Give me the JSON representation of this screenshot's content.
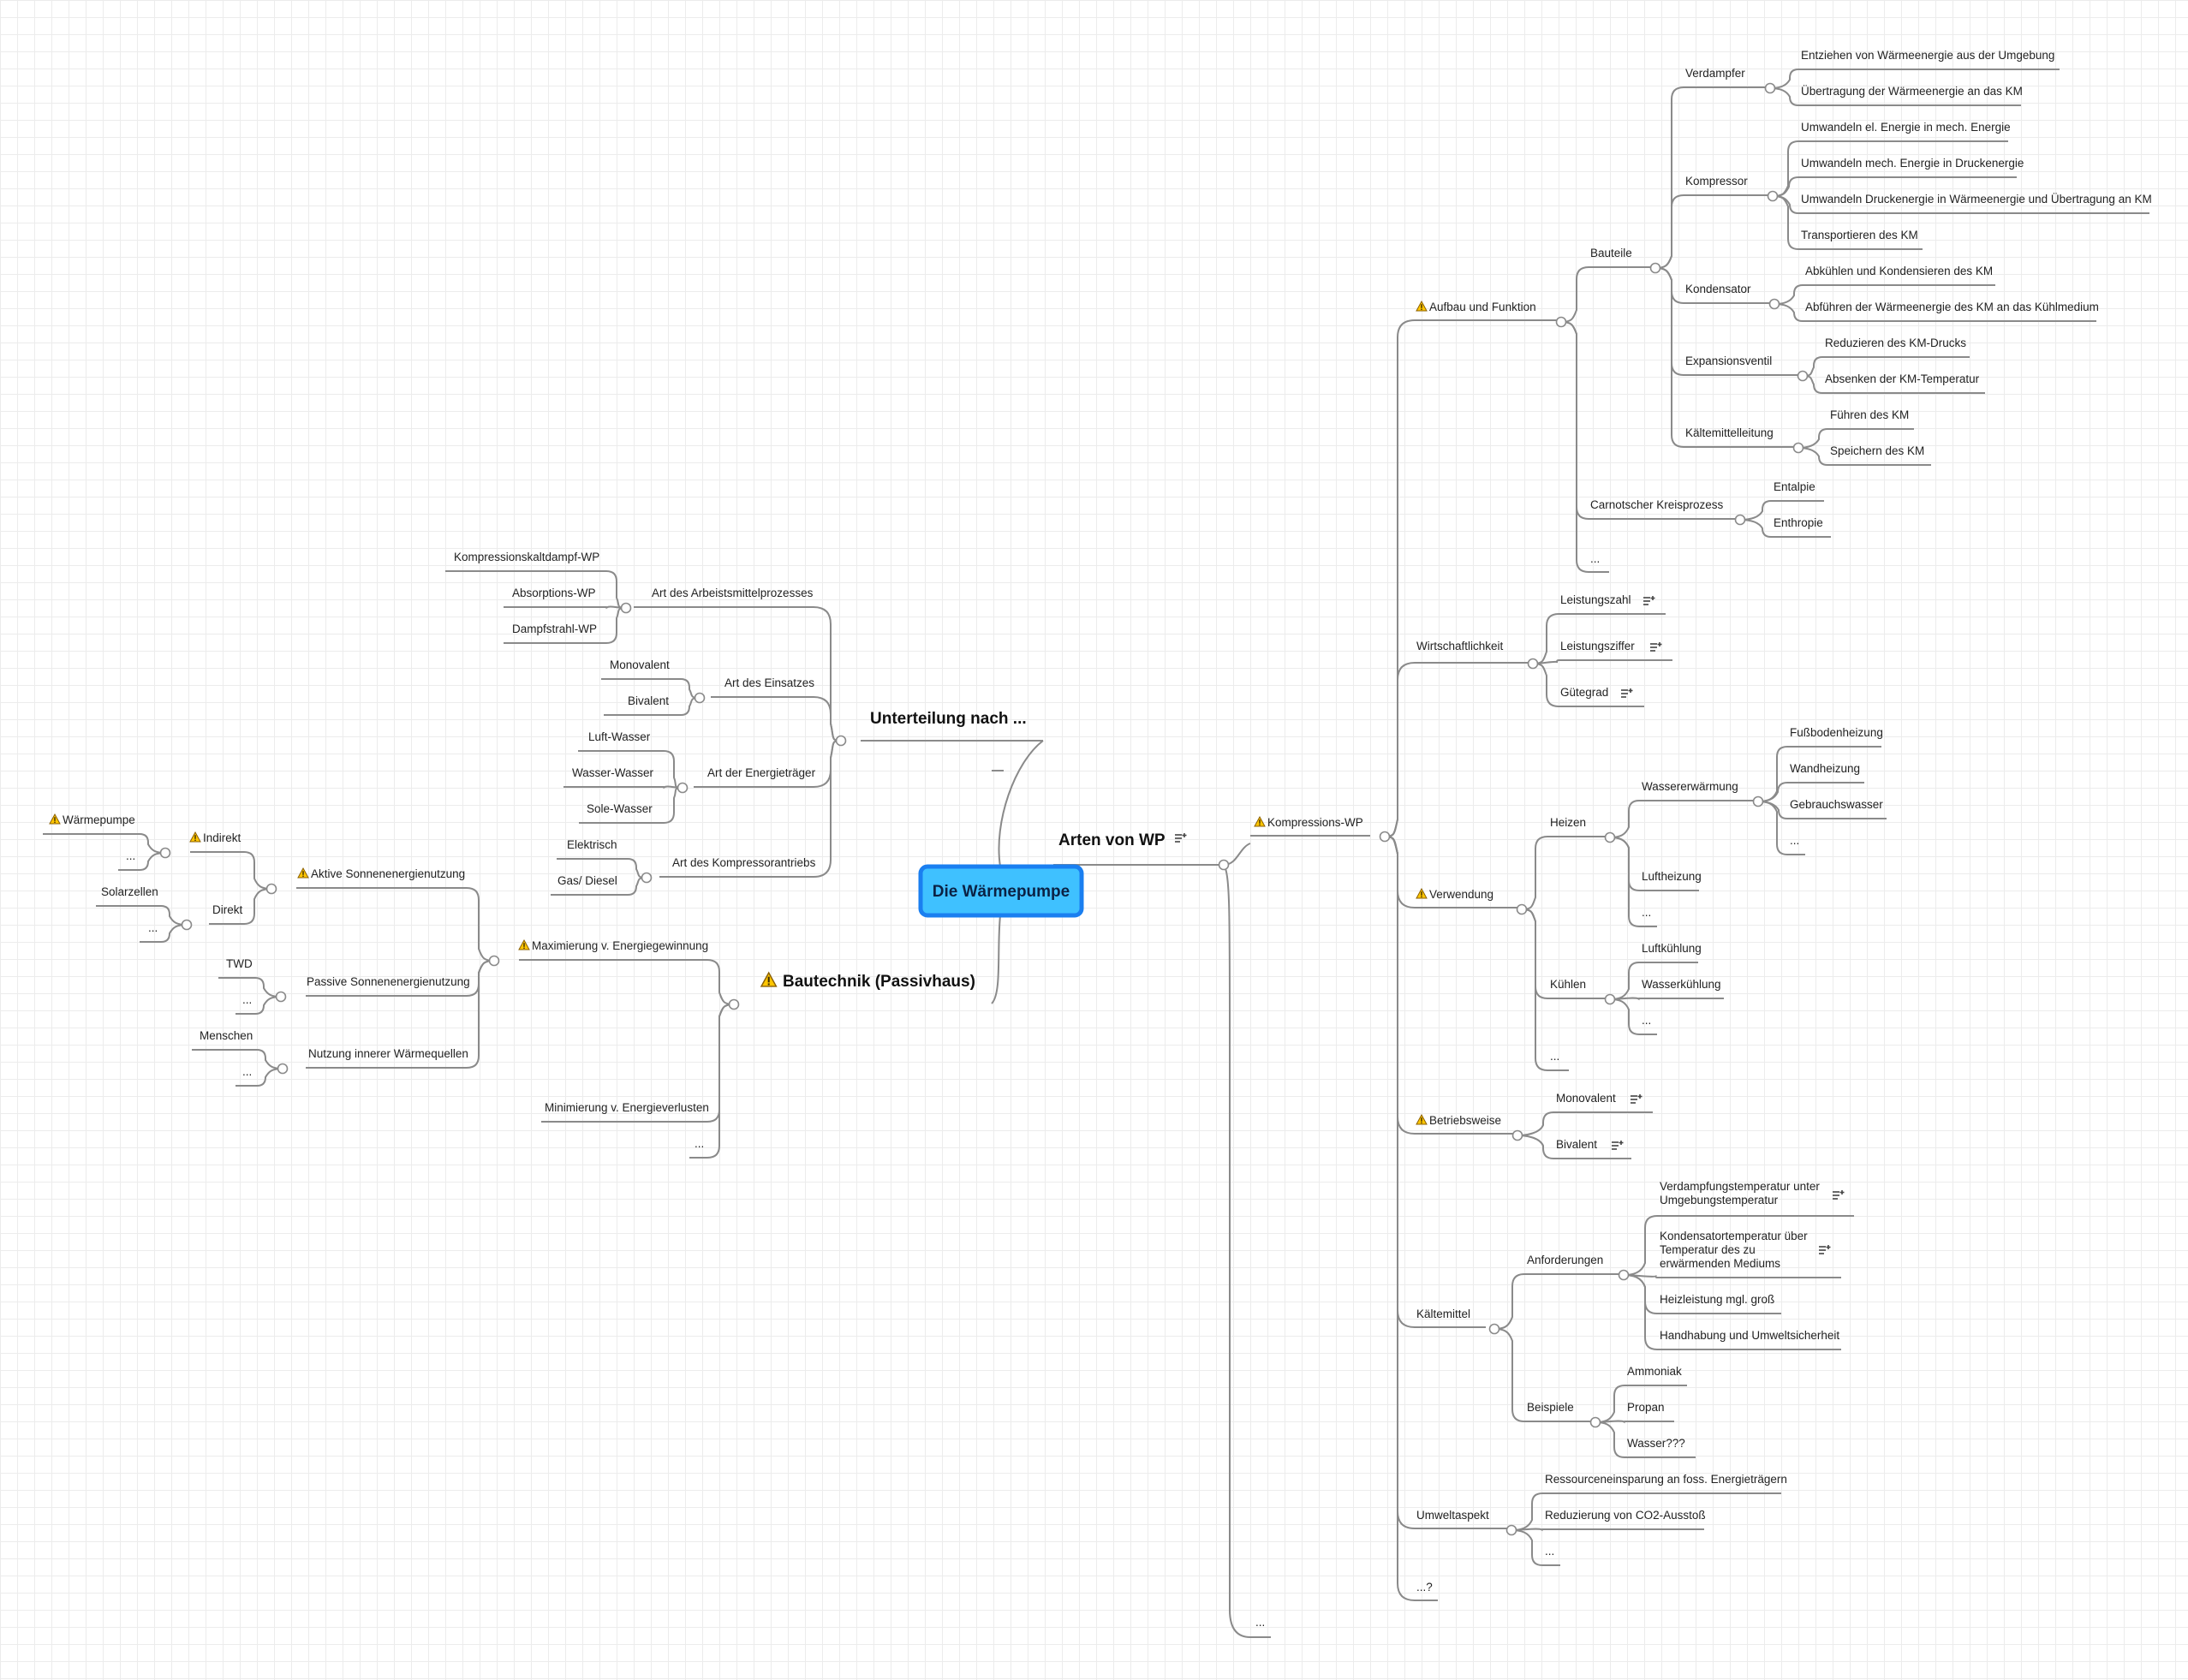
{
  "colors": {
    "root_fill": "#3fc1ff",
    "root_border": "#1a7ff0",
    "line": "#8a8a8a",
    "warning": "#ffc600"
  },
  "root": "Die Wärmepumpe",
  "u": "Unterteilung nach ...",
  "u_arbeit": "Art des Arbeistsmittelprozesses",
  "u_arbeit_1": "Kompressionskaltdampf-WP",
  "u_arbeit_2": "Absorptions-WP",
  "u_arbeit_3": "Dampfstrahl-WP",
  "u_einsatz": "Art des Einsatzes",
  "u_einsatz_1": "Monovalent",
  "u_einsatz_2": "Bivalent",
  "u_energie": "Art der Energieträger",
  "u_energie_1": "Luft-Wasser",
  "u_energie_2": "Wasser-Wasser",
  "u_energie_3": "Sole-Wasser",
  "u_kompr": "Art des Kompressorantriebs",
  "u_kompr_1": "Elektrisch",
  "u_kompr_2": "Gas/ Diesel",
  "b": "Bautechnik (Passivhaus)",
  "b_max": "Maximierung v. Energiegewinnung",
  "b_aktiv": "Aktive Sonnenenergienutzung",
  "b_indirekt": "Indirekt",
  "b_wp": "Wärmepumpe",
  "b_ind_more": "...",
  "b_direkt": "Direkt",
  "b_solar": "Solarzellen",
  "b_dir_more": "...",
  "b_passiv": "Passive Sonnenenergienutzung",
  "b_twd": "TWD",
  "b_pas_more": "...",
  "b_innere": "Nutzung innerer Wärmequellen",
  "b_menschen": "Menschen",
  "b_inn_more": "...",
  "b_min": "Minimierung v. Energieverlusten",
  "b_more": "...",
  "a": "Arten von WP",
  "a_more": "...",
  "k": "Kompressions-WP",
  "k_aufbau": "Aufbau und Funktion",
  "k_bauteile": "Bauteile",
  "k_verd": "Verdampfer",
  "k_verd_1": "Entziehen von Wärmeenergie aus der Umgebung",
  "k_verd_2": "Übertragung der Wärmeenergie an das KM",
  "k_kompr": "Kompressor",
  "k_kompr_1": "Umwandeln el. Energie in mech. Energie",
  "k_kompr_2": "Umwandeln mech. Energie in Druckenergie",
  "k_kompr_3": "Umwandeln Druckenergie in Wärmeenergie und Übertragung an KM",
  "k_kompr_4": "Transportieren des KM",
  "k_kond": "Kondensator",
  "k_kond_1": "Abkühlen und Kondensieren des KM",
  "k_kond_2": "Abführen der Wärmeenergie des KM an das Kühlmedium",
  "k_exp": "Expansionsventil",
  "k_exp_1": "Reduzieren des KM-Drucks",
  "k_exp_2": "Absenken der KM-Temperatur",
  "k_kml": "Kältemittelleitung",
  "k_kml_1": "Führen des KM",
  "k_kml_2": "Speichern des KM",
  "k_carnot": "Carnotscher Kreisprozess",
  "k_carnot_1": "Entalpie",
  "k_carnot_2": "Enthropie",
  "k_aufbau_more": "...",
  "k_wirt": "Wirtschaftlichkeit",
  "k_wirt_1": "Leistungszahl",
  "k_wirt_2": "Leistungsziffer",
  "k_wirt_3": "Gütegrad",
  "k_verw": "Verwendung",
  "k_heizen": "Heizen",
  "k_ww": "Wassererwärmung",
  "k_ww_1": "Fußbodenheizung",
  "k_ww_2": "Wandheizung",
  "k_ww_3": "Gebrauchswasser",
  "k_ww_4": "...",
  "k_luftheiz": "Luftheizung",
  "k_heizen_more": "...",
  "k_kuehlen": "Kühlen",
  "k_kuehlen_1": "Luftkühlung",
  "k_kuehlen_2": "Wasserkühlung",
  "k_kuehlen_3": "...",
  "k_verw_more": "...",
  "k_betrieb": "Betriebsweise",
  "k_betrieb_1": "Monovalent",
  "k_betrieb_2": "Bivalent",
  "k_km": "Kältemittel",
  "k_anf": "Anforderungen",
  "k_anf_1a": "Verdampfungstemperatur unter",
  "k_anf_1b": "Umgebungstemperatur",
  "k_anf_2a": "Kondensatortemperatur über",
  "k_anf_2b": "Temperatur des zu",
  "k_anf_2c": "erwärmenden Mediums",
  "k_anf_3": "Heizleistung mgl. groß",
  "k_anf_4": "Handhabung und Umweltsicherheit",
  "k_bsp": "Beispiele",
  "k_bsp_1": "Ammoniak",
  "k_bsp_2": "Propan",
  "k_bsp_3": "Wasser???",
  "k_umwelt": "Umweltaspekt",
  "k_umwelt_1": "Ressourceneinsparung an foss. Energieträgern",
  "k_umwelt_2": "Reduzierung von CO2-Ausstoß",
  "k_umwelt_3": "...",
  "k_more": "...?"
}
